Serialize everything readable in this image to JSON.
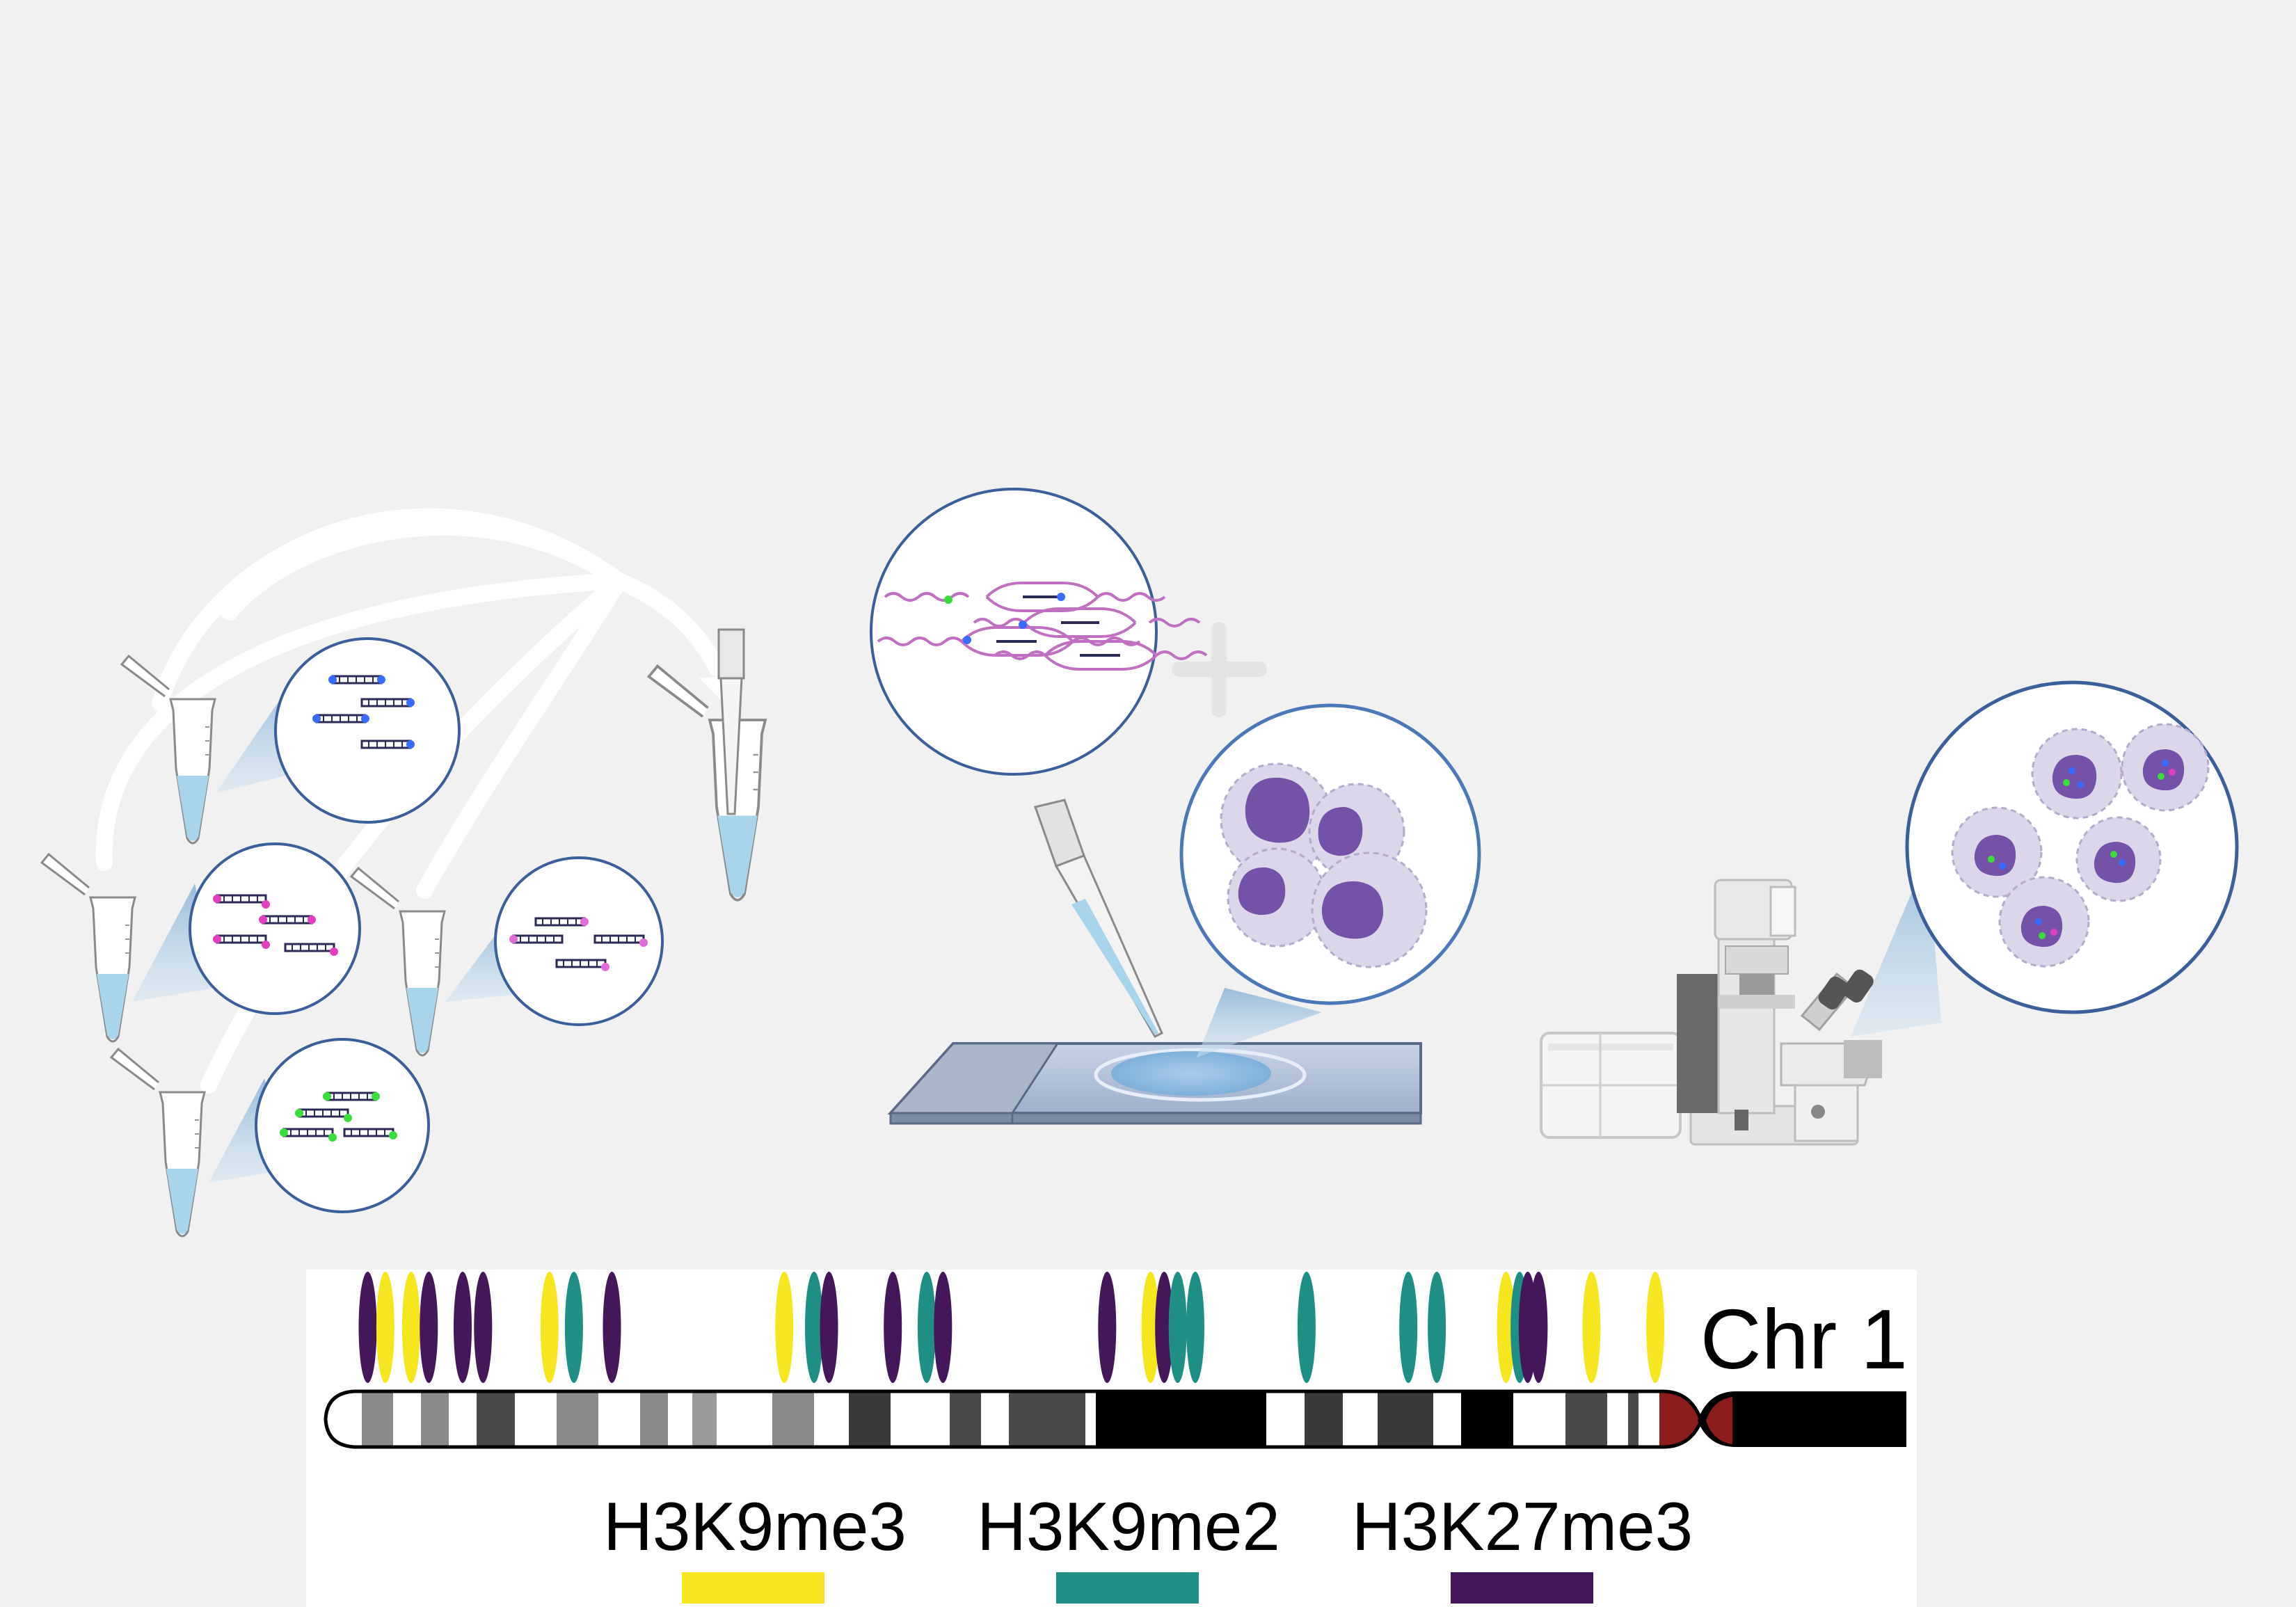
{
  "chromosome": {
    "label": "Chr 1",
    "marks": [
      {
        "type": "H3K27me3",
        "pos": 0.03
      },
      {
        "type": "H3K9me3",
        "pos": 0.043
      },
      {
        "type": "H3K9me3",
        "pos": 0.062
      },
      {
        "type": "H3K27me3",
        "pos": 0.075
      },
      {
        "type": "H3K27me3",
        "pos": 0.1
      },
      {
        "type": "H3K27me3",
        "pos": 0.115
      },
      {
        "type": "H3K9me3",
        "pos": 0.164
      },
      {
        "type": "H3K9me2",
        "pos": 0.182
      },
      {
        "type": "H3K27me3",
        "pos": 0.21
      },
      {
        "type": "H3K9me3",
        "pos": 0.337
      },
      {
        "type": "H3K9me2",
        "pos": 0.359
      },
      {
        "type": "H3K27me3",
        "pos": 0.37
      },
      {
        "type": "H3K27me3",
        "pos": 0.417
      },
      {
        "type": "H3K9me2",
        "pos": 0.442
      },
      {
        "type": "H3K27me3",
        "pos": 0.454
      },
      {
        "type": "H3K27me3",
        "pos": 0.575
      },
      {
        "type": "H3K9me3",
        "pos": 0.607
      },
      {
        "type": "H3K27me3",
        "pos": 0.617
      },
      {
        "type": "H3K9me2",
        "pos": 0.627
      },
      {
        "type": "H3K9me2",
        "pos": 0.64
      },
      {
        "type": "H3K9me2",
        "pos": 0.722
      },
      {
        "type": "H3K9me2",
        "pos": 0.797
      },
      {
        "type": "H3K9me2",
        "pos": 0.818
      },
      {
        "type": "H3K9me3",
        "pos": 0.869
      },
      {
        "type": "H3K9me2",
        "pos": 0.879
      },
      {
        "type": "H3K27me3",
        "pos": 0.885
      },
      {
        "type": "H3K27me3",
        "pos": 0.893
      },
      {
        "type": "H3K9me3",
        "pos": 0.932
      },
      {
        "type": "H3K9me3",
        "pos": 0.979
      }
    ]
  },
  "legend": [
    {
      "label": "H3K9me3",
      "color": "#f6e620"
    },
    {
      "label": "H3K9me2",
      "color": "#1f8f85"
    },
    {
      "label": "H3K27me3",
      "color": "#44165a"
    }
  ],
  "colors": {
    "tube_liquid": "#a8d4ec",
    "circle_border": "#3b5f9a",
    "nucleus": "#7452a8",
    "cell": "#dcd6ea",
    "probe_magenta": "#e040c0",
    "probe_green": "#3ddc3d",
    "probe_blue": "#3a6bff"
  }
}
